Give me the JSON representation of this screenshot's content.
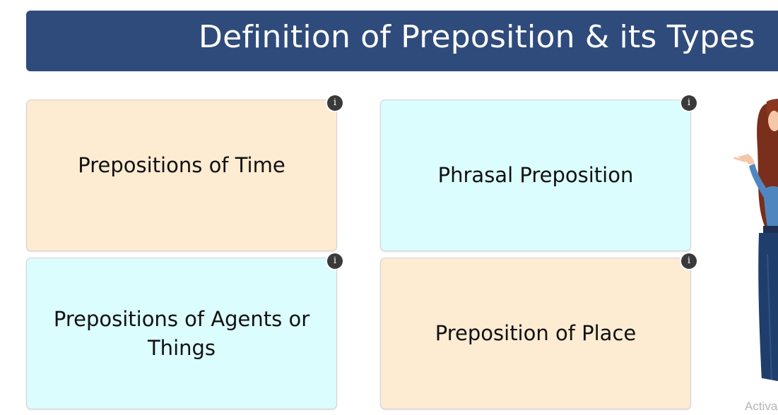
{
  "title": "Definition of Preposition & its Types",
  "cards": [
    {
      "label": "Prepositions of Time",
      "info": "i"
    },
    {
      "label": "Phrasal Preposition",
      "info": "i"
    },
    {
      "label": "Prepositions of Agents or Things",
      "info": "i"
    },
    {
      "label": "Preposition of Place",
      "info": "i"
    }
  ],
  "watermark": "Activa",
  "colors": {
    "banner": "#2f4b7c",
    "card_peach": "#fdebd2",
    "card_cyan": "#dbfdfe",
    "info_badge": "#3a3a3a"
  }
}
